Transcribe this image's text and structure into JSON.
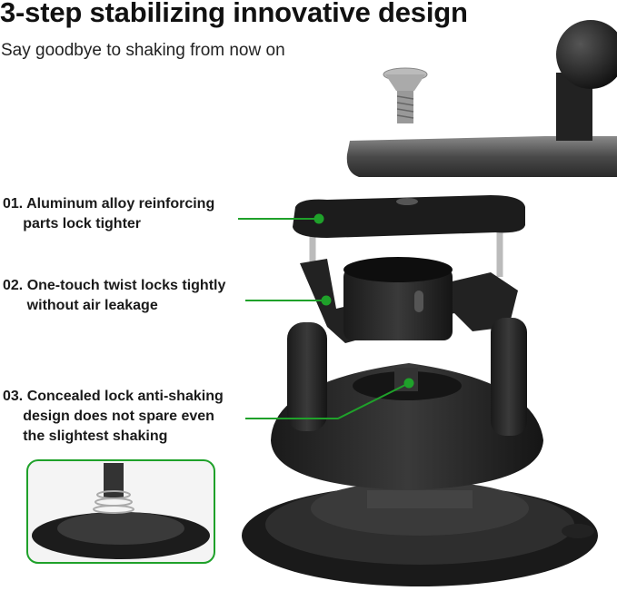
{
  "title": "3-step stabilizing innovative design",
  "subtitle": "Say goodbye to shaking from now on",
  "features": [
    {
      "line1": "01. Aluminum alloy reinforcing",
      "line2": "     parts lock tighter"
    },
    {
      "line1": "02. One-touch twist locks tightly",
      "line2": "      without air leakage"
    },
    {
      "line1": "03. Concealed lock anti-shaking",
      "line2": "     design does not spare even",
      "line3": "     the slightest shaking"
    }
  ],
  "colors": {
    "accent": "#1fa12a",
    "product": "#2a2a2a"
  }
}
